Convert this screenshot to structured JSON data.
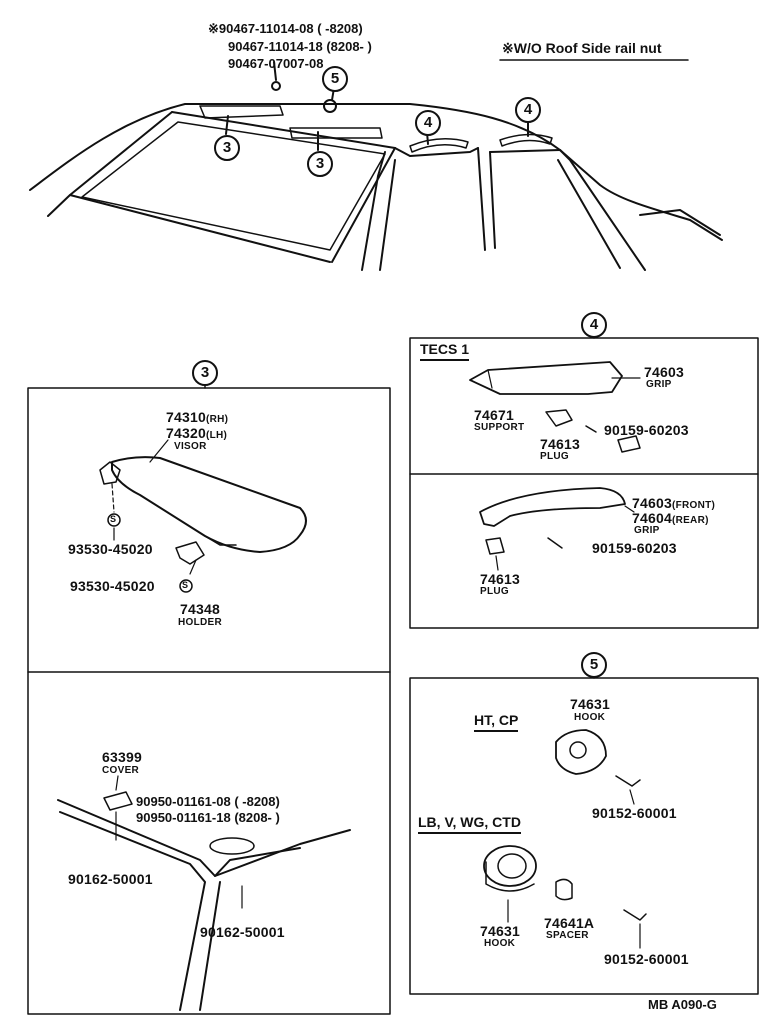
{
  "top": {
    "nut_note": "※W/O Roof Side rail nut",
    "part_lines": [
      "※90467-11014-08 (        -8208)",
      "90467-11014-18 (8208-          )",
      "90467-07007-08"
    ]
  },
  "callouts": {
    "c3": "3",
    "c4": "4",
    "c5": "5"
  },
  "section3": {
    "visor_no_rh": "74310",
    "visor_rh": "(RH)",
    "visor_no_lh": "74320",
    "visor_lh": "(LH)",
    "visor_name": "VISOR",
    "screw1": "93530-45020",
    "screw2": "93530-45020",
    "s_mark": "S",
    "holder_no": "74348",
    "holder_name": "HOLDER",
    "cover_no": "63399",
    "cover_name": "COVER",
    "lamp_line1": "90950-01161-08 (        -8208)",
    "lamp_line2": "90950-01161-18 (8208-          )",
    "screw_a": "90162-50001",
    "screw_b": "90162-50001"
  },
  "section4": {
    "box_title": "TECS 1",
    "grip_no": "74603",
    "grip_name": "GRIP",
    "support_no": "74671",
    "support_name": "SUPPORT",
    "bolt1": "90159-60203",
    "plug_no": "74613",
    "plug_name": "PLUG",
    "grip2_front_no": "74603",
    "grip2_front": "(FRONT)",
    "grip2_rear_no": "74604",
    "grip2_rear": "(REAR)",
    "grip2_name": "GRIP",
    "bolt2": "90159-60203",
    "plug2_no": "74613",
    "plug2_name": "PLUG"
  },
  "section5": {
    "hdr1": "HT, CP",
    "hook_no": "74631",
    "hook_name": "HOOK",
    "screw1": "90152-60001",
    "hdr2": "LB, V, WG, CTD",
    "hook2_no": "74631",
    "hook2_name": "HOOK",
    "spacer_no": "74641A",
    "spacer_name": "SPACER",
    "screw2": "90152-60001"
  },
  "footer": {
    "code": "MB A090-G"
  }
}
